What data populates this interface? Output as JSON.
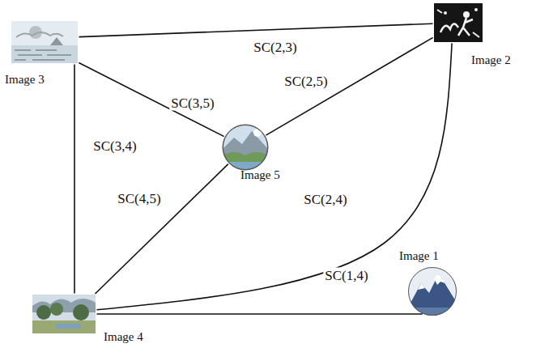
{
  "diagram": {
    "nodes": [
      {
        "text": [
          "Image 3"
        ]
      },
      {
        "text": [
          "Image 2"
        ]
      },
      {
        "text": [
          "Image 5"
        ]
      },
      {
        "text": [
          "Image 1"
        ]
      },
      {
        "text": [
          "Image 4"
        ]
      }
    ],
    "edges": [
      {
        "from": 0,
        "to": 1,
        "arrow": "none",
        "label": "SC(2,3)"
      },
      {
        "from": 1,
        "to": 2,
        "arrow": "none",
        "label": "SC(2,5)"
      },
      {
        "from": 0,
        "to": 2,
        "arrow": "none",
        "label": "SC(3,5)"
      },
      {
        "from": 0,
        "to": 4,
        "arrow": "none",
        "label": "SC(3,4)"
      },
      {
        "from": 4,
        "to": 2,
        "arrow": "none",
        "label": "SC(4,5)"
      },
      {
        "from": 1,
        "to": 4,
        "arrow": "none",
        "label": "SC(2,4)"
      },
      {
        "from": 3,
        "to": 4,
        "arrow": "none",
        "label": "SC(1,4)"
      }
    ]
  }
}
